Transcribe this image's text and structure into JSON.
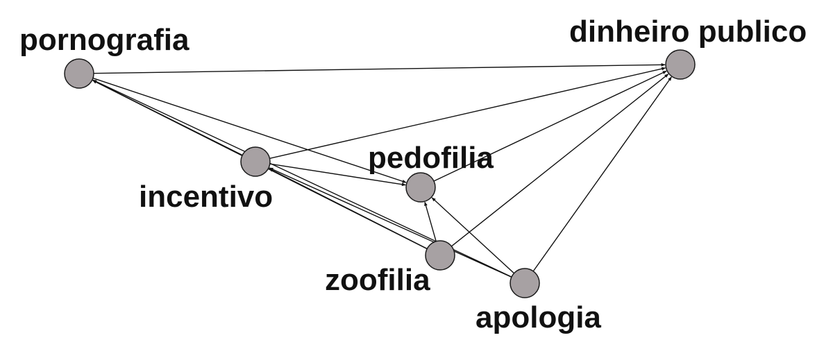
{
  "graph": {
    "node_color": "#a7a1a3",
    "edge_color": "#111111",
    "nodes": [
      {
        "id": "pornografia",
        "label": "pornografia"
      },
      {
        "id": "dinheiro",
        "label": "dinheiro publico"
      },
      {
        "id": "incentivo",
        "label": "incentivo"
      },
      {
        "id": "pedofilia",
        "label": "pedofilia"
      },
      {
        "id": "zoofilia",
        "label": "zoofilia"
      },
      {
        "id": "apologia",
        "label": "apologia"
      }
    ],
    "edges": [
      {
        "from": "pornografia",
        "to": "dinheiro"
      },
      {
        "from": "pornografia",
        "to": "pedofilia"
      },
      {
        "from": "incentivo",
        "to": "pornografia"
      },
      {
        "from": "incentivo",
        "to": "dinheiro"
      },
      {
        "from": "incentivo",
        "to": "pedofilia"
      },
      {
        "from": "pedofilia",
        "to": "dinheiro"
      },
      {
        "from": "zoofilia",
        "to": "pornografia"
      },
      {
        "from": "zoofilia",
        "to": "incentivo"
      },
      {
        "from": "zoofilia",
        "to": "pedofilia"
      },
      {
        "from": "zoofilia",
        "to": "dinheiro"
      },
      {
        "from": "apologia",
        "to": "pornografia"
      },
      {
        "from": "apologia",
        "to": "incentivo"
      },
      {
        "from": "apologia",
        "to": "pedofilia"
      },
      {
        "from": "apologia",
        "to": "dinheiro"
      }
    ]
  }
}
